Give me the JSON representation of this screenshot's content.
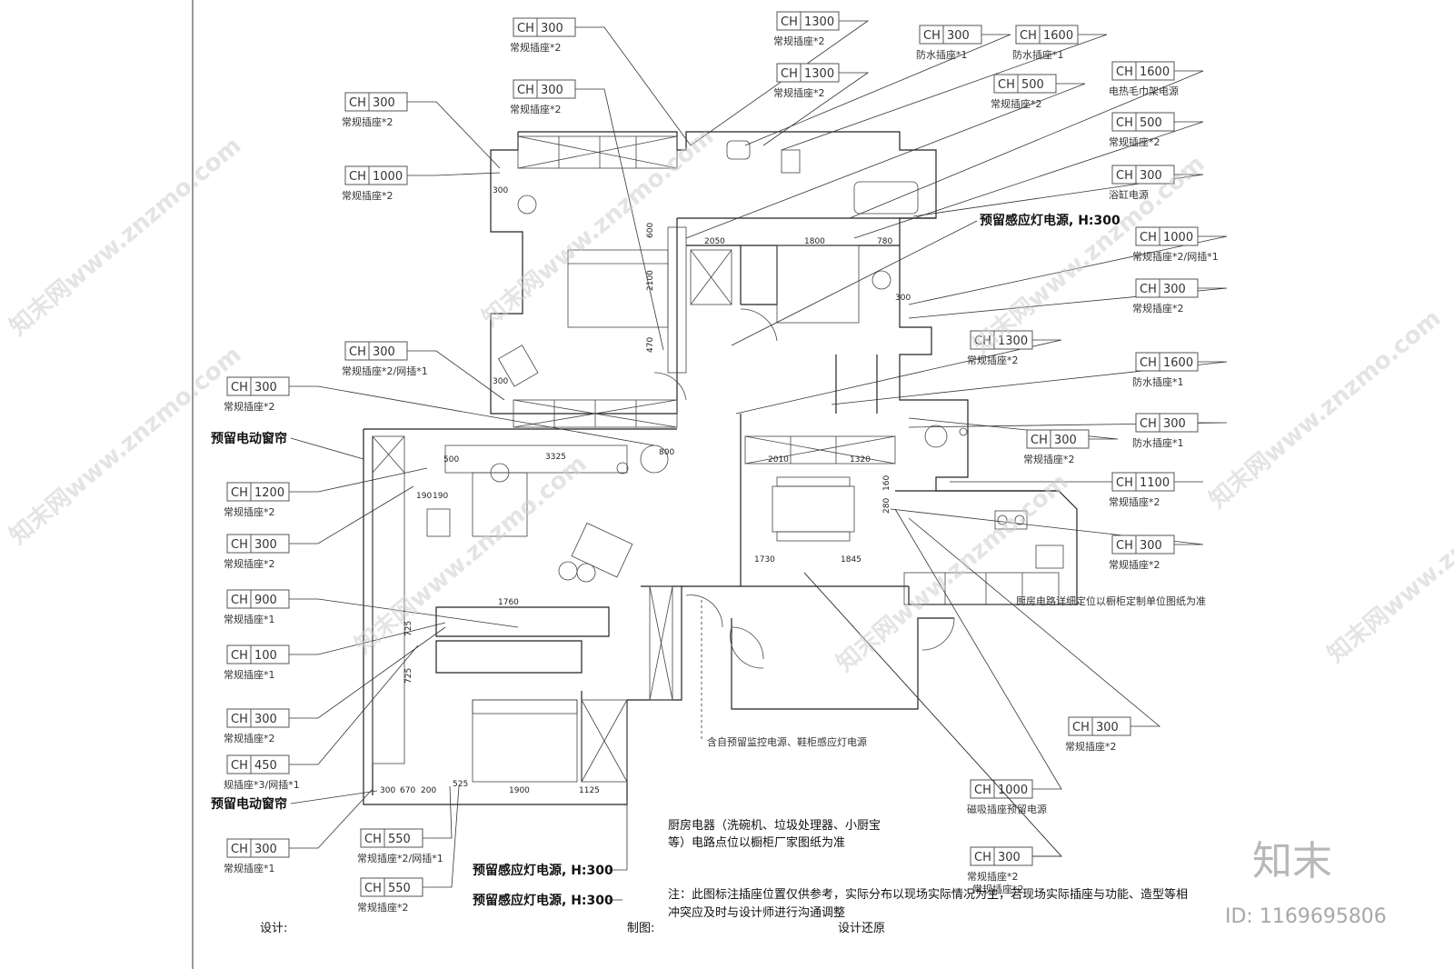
{
  "socket_tags": [
    {
      "id": "t1",
      "label": "CH",
      "value": "300",
      "desc": "常规插座*2"
    },
    {
      "id": "t2",
      "label": "CH",
      "value": "1300",
      "desc": "常规插座*2"
    },
    {
      "id": "t3",
      "label": "CH",
      "value": "300",
      "desc": "防水插座*1"
    },
    {
      "id": "t4",
      "label": "CH",
      "value": "1600",
      "desc": "防水插座*1"
    },
    {
      "id": "t5",
      "label": "CH",
      "value": "1300",
      "desc": "常规插座*2"
    },
    {
      "id": "t6",
      "label": "CH",
      "value": "300",
      "desc": "常规插座*2"
    },
    {
      "id": "t7",
      "label": "CH",
      "value": "500",
      "desc": "常规插座*2"
    },
    {
      "id": "t8",
      "label": "CH",
      "value": "1600",
      "desc": "电热毛巾架电源"
    },
    {
      "id": "t9",
      "label": "CH",
      "value": "300",
      "desc": "常规插座*2"
    },
    {
      "id": "t10",
      "label": "CH",
      "value": "500",
      "desc": "常规插座*2"
    },
    {
      "id": "t11",
      "label": "CH",
      "value": "1000",
      "desc": "常规插座*2"
    },
    {
      "id": "t12",
      "label": "CH",
      "value": "300",
      "desc": "浴缸电源"
    },
    {
      "id": "t13",
      "label": "CH",
      "value": "1000",
      "desc": "常规插座*2/网插*1"
    },
    {
      "id": "t14",
      "label": "CH",
      "value": "300",
      "desc": "常规插座*2"
    },
    {
      "id": "t15",
      "label": "CH",
      "value": "300",
      "desc": "常规插座*2/网插*1"
    },
    {
      "id": "t16",
      "label": "CH",
      "value": "1300",
      "desc": "常规插座*2"
    },
    {
      "id": "t17",
      "label": "CH",
      "value": "300",
      "desc": "常规插座*2"
    },
    {
      "id": "t18",
      "label": "CH",
      "value": "1600",
      "desc": "防水插座*1"
    },
    {
      "id": "t19",
      "label": "CH",
      "value": "300",
      "desc": "防水插座*1"
    },
    {
      "id": "t20",
      "label": "CH",
      "value": "300",
      "desc": "常规插座*2"
    },
    {
      "id": "t21",
      "label": "CH",
      "value": "1100",
      "desc": "常规插座*2"
    },
    {
      "id": "t22",
      "label": "CH",
      "value": "300",
      "desc": "常规插座*2"
    },
    {
      "id": "t23",
      "label": "CH",
      "value": "1200",
      "desc": "常规插座*2"
    },
    {
      "id": "t24",
      "label": "CH",
      "value": "300",
      "desc": "常规插座*2"
    },
    {
      "id": "t25",
      "label": "CH",
      "value": "900",
      "desc": "常规插座*1"
    },
    {
      "id": "t26",
      "label": "CH",
      "value": "100",
      "desc": "常规插座*1"
    },
    {
      "id": "t27",
      "label": "CH",
      "value": "300",
      "desc": "常规插座*2"
    },
    {
      "id": "t28",
      "label": "CH",
      "value": "450",
      "desc": "规插座*3/网插*1"
    },
    {
      "id": "t29",
      "label": "CH",
      "value": "300",
      "desc": "常规插座*1"
    },
    {
      "id": "t30",
      "label": "CH",
      "value": "550",
      "desc": "常规插座*2/网插*1"
    },
    {
      "id": "t31",
      "label": "CH",
      "value": "550",
      "desc": "常规插座*2"
    },
    {
      "id": "t32",
      "label": "CH",
      "value": "300",
      "desc": "常规插座*2"
    },
    {
      "id": "t33",
      "label": "CH",
      "value": "1000",
      "desc": "磁吸插座预留电源"
    },
    {
      "id": "t34",
      "label": "CH",
      "value": "300",
      "desc": "常规插座*2"
    },
    {
      "id": "t35",
      "label": "CH",
      "value": "300",
      "desc": "常规插座*2"
    }
  ],
  "callouts": {
    "sensor_light_top": "预留感应灯电源, H:300",
    "curtain_1": "预留电动窗帘",
    "curtain_2": "预留电动窗帘",
    "sensor_light_b1": "预留感应灯电源, H:300",
    "sensor_light_b2": "预留感应灯电源, H:300",
    "kitchen_note": "厨房电路详细定位以橱柜定制单位图纸为准",
    "monitor_note": "含自预留监控电源、鞋柜感应灯电源",
    "appliance_note_1": "厨房电器（洗碗机、垃圾处理器、小厨宝",
    "appliance_note_2": "等）电路点位以橱柜厂家图纸为准",
    "footer_note_1": "注：此图标注插座位置仅供参考，实际分布以现场实际情况为主，若现场实际插座与功能、造型等相",
    "footer_note_2": "冲突应及时与设计师进行沟通调整"
  },
  "title_block": {
    "design_label": "设计:",
    "drawing_label": "制图:",
    "design_restore": "设计还原"
  },
  "dimensions": [
    "300",
    "600",
    "2100",
    "470",
    "300",
    "2050",
    "1800",
    "780",
    "300",
    "800",
    "2010",
    "1320",
    "280",
    "160",
    "500",
    "190",
    "190",
    "3325",
    "1730",
    "1845",
    "1760",
    "725",
    "725",
    "300",
    "670",
    "200",
    "525",
    "1900",
    "1125"
  ],
  "watermark": {
    "logo": "知末",
    "id": "ID: 1169695806",
    "repeat_text": "知末网www.znzmo.com"
  }
}
